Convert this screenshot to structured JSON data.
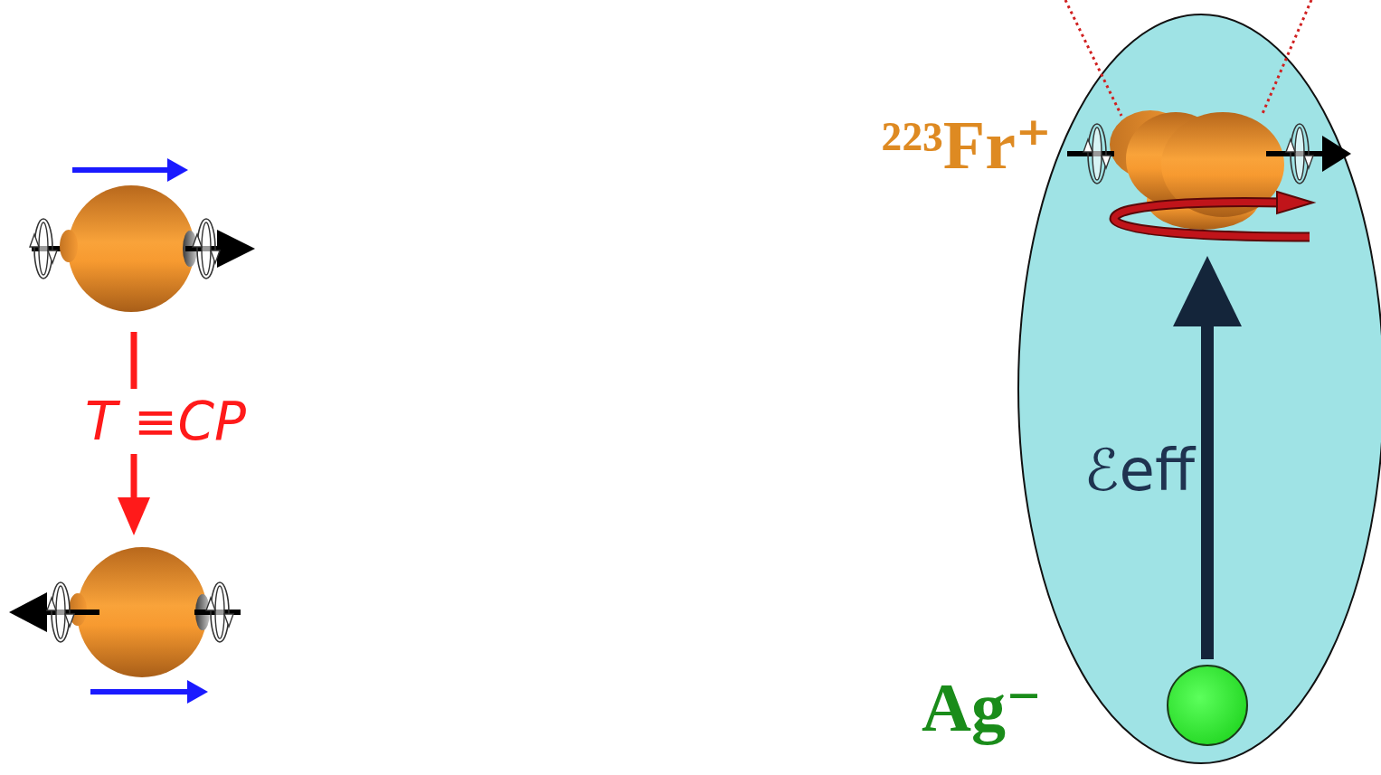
{
  "diagram": {
    "nodes": [
      {
        "text": [
          "²²³Fr⁺"
        ]
      },
      {
        "text": [
          "Ag⁻"
        ]
      }
    ],
    "edges": [
      {
        "from": 1,
        "to": 0,
        "arrow": "to",
        "label": "ℰeff"
      }
    ],
    "labels": [
      "T ≡CP"
    ]
  }
}
